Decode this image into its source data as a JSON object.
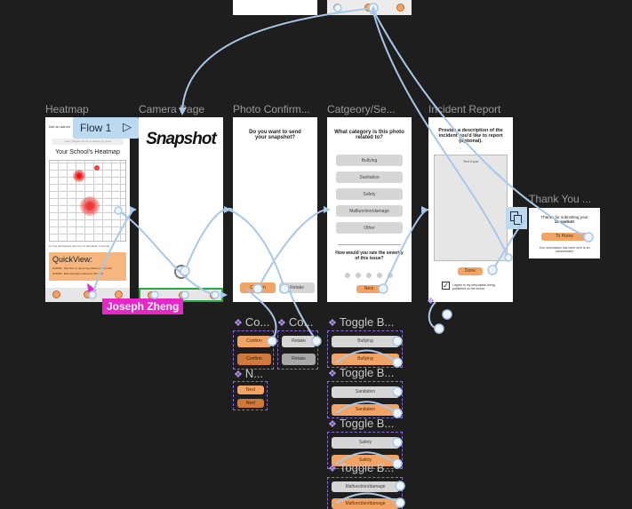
{
  "frames": {
    "heatmap": {
      "title": "Heatmap",
      "notice": "Not an admin",
      "search_placeholder": "Enter Student Name to search by place",
      "heading": "Your School's Heatmap",
      "legend": "(1 One photo/issue pins from a dropdown 4 counts)",
      "quickview_title": "QuickView:",
      "quickview_line1": "9/16PM - Wet floor in upcoming bathroom # A 1E5",
      "quickview_line2": "9/16PM - Bad stall lights bathroom #G 1E5"
    },
    "camera": {
      "title": "Camera Page",
      "logo": "Snapshot"
    },
    "photo_confirm": {
      "title": "Photo Confirm...",
      "question": "Do you want to send your snapshot?",
      "confirm": "Confirm",
      "retake": "Retake"
    },
    "category": {
      "title": "Catgeory/Se...",
      "question": "What category is this photo related to?",
      "options": [
        "Bullying",
        "Sanitation",
        "Safety",
        "Malfunction/damage",
        "Other"
      ],
      "severity_question": "How would you rate the severity of this issue?",
      "next": "Next"
    },
    "incident": {
      "title": "Incident Report",
      "prompt": "Provide a description of the incident you'd like to report (optional).",
      "text_input": "Text Input",
      "done": "Done",
      "agree": "I agree to my description being published on the forum."
    },
    "thanks": {
      "title": "Thank You ...",
      "line1": "Thanks for submitting your",
      "line1_bold": "Snapshot!",
      "button": "To Home",
      "note": "Your submission has been sent to an administrator"
    }
  },
  "overlays": {
    "flow_label": "Flow 1",
    "flow_play_icon": "play-icon",
    "cursor_user": "Joseph Zheng",
    "cursor_color": "#e629c6",
    "accent": "#a9c8e8",
    "component_color": "#b592f5"
  },
  "components": {
    "confirm": {
      "title": "Co...",
      "a": "Confirm",
      "b": "Confirm"
    },
    "retake": {
      "title": "Co...",
      "a": "Retake",
      "b": "Retake"
    },
    "next": {
      "title": "N...",
      "a": "Next",
      "b": "Next"
    },
    "toggles": [
      {
        "title": "Toggle B...",
        "a": "Bullying",
        "b": "Bullying"
      },
      {
        "title": "Toggle B...",
        "a": "Sanitation",
        "b": "Sanitation"
      },
      {
        "title": "Toggle B...",
        "a": "Safety",
        "b": "Safety"
      },
      {
        "title": "Toggle B...",
        "a": "Malfunction/damage",
        "b": "Malfunction/damage"
      }
    ]
  }
}
